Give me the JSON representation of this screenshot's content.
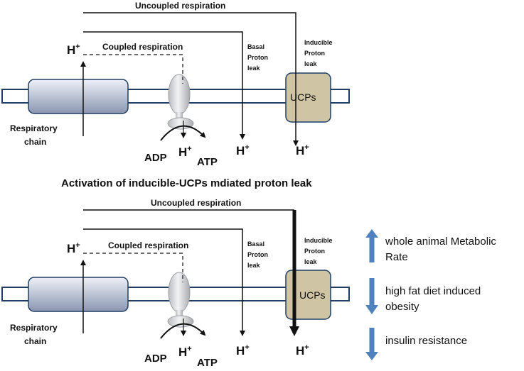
{
  "colors": {
    "membrane": "#1f3f66",
    "chain_fill_top": "#e8ecf6",
    "chain_fill_bottom": "#8f9bb4",
    "atp_synthase": "#cfd1d4",
    "ucp_fill": "#cfc5a4",
    "side_arrow": "#4f81bd",
    "line": "#111111"
  },
  "top_panel": {
    "uncoupled": "Uncoupled respiration",
    "coupled": "Coupled respiration",
    "h_plus_top": "H",
    "plus": "+",
    "basal_1": "Basal",
    "basal_2": "Proton",
    "basal_3": "leak",
    "inducible_1": "Inducible",
    "inducible_2": "Proton",
    "inducible_3": "leak",
    "ucps": "UCPs",
    "resp_1": "Respiratory",
    "resp_2": "chain",
    "adp": "ADP",
    "atp": "ATP",
    "h_bottom": "H"
  },
  "middle_heading": "Activation of inducible-UCPs mdiated proton leak",
  "bottom_panel": {
    "uncoupled": "Uncoupled respiration",
    "coupled": "Coupled respiration",
    "h_plus_top": "H",
    "plus": "+",
    "basal_1": "Basal",
    "basal_2": "Proton",
    "basal_3": "leak",
    "inducible_1": "Inducible",
    "inducible_2": "Proton",
    "inducible_3": "leak",
    "ucps": "UCPs",
    "resp_1": "Respiratory",
    "resp_2": "chain",
    "adp": "ADP",
    "atp": "ATP",
    "h_bottom": "H"
  },
  "effects": [
    {
      "direction": "up",
      "text": "whole animal Metabolic Rate"
    },
    {
      "direction": "down",
      "text": "high fat diet induced obesity"
    },
    {
      "direction": "down",
      "text": "insulin resistance"
    }
  ]
}
